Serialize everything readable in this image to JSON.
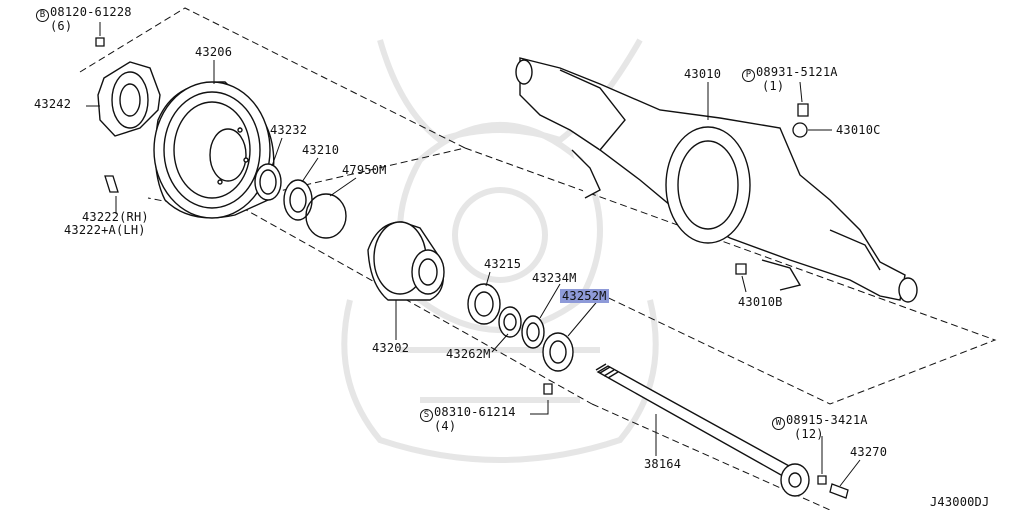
{
  "labels": {
    "p43206": "43206",
    "p43242": "43242",
    "p43232": "43232",
    "p43210": "43210",
    "p47950M": "47950M",
    "p43222rh": "43222(RH)",
    "p43222lh": "43222+A(LH)",
    "p43215": "43215",
    "p43234M": "43234M",
    "p43252M": "43252M",
    "p43202": "43202",
    "p43262M": "43262M",
    "p43010": "43010",
    "p43010C": "43010C",
    "p43010B": "43010B",
    "p38164": "38164",
    "p43270": "43270",
    "code": "J43000DJ"
  },
  "fasteners": {
    "b": {
      "prefix": "B",
      "number": "08120-61228",
      "qty": "(6)"
    },
    "p": {
      "prefix": "P",
      "number": "08931-5121A",
      "qty": "(1)"
    },
    "s": {
      "prefix": "S",
      "number": "08310-61214",
      "qty": "(4)"
    },
    "w": {
      "prefix": "W",
      "number": "08915-3421A",
      "qty": "(12)"
    }
  },
  "colors": {
    "line": "#111111",
    "highlight": "#8e9ad8",
    "watermark": "#e6e6e6"
  }
}
